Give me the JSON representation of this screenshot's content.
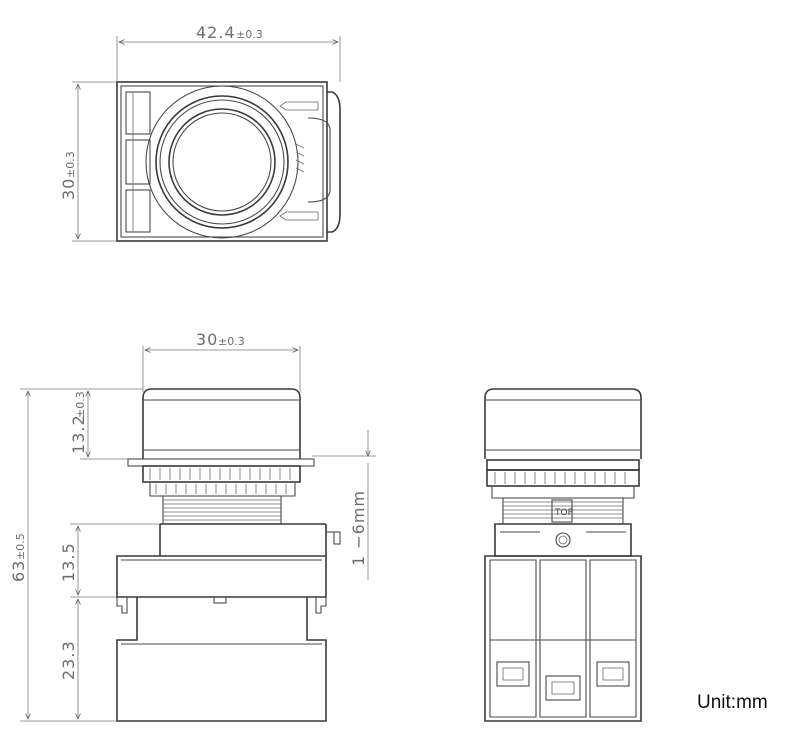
{
  "top_view": {
    "width_value": "42.4",
    "width_tol": "±0.3",
    "height_value": "30",
    "height_tol": "±0.3"
  },
  "front_view": {
    "width_value": "30",
    "width_tol": "±0.3",
    "cap_height_value": "13.2",
    "cap_height_tol": "±0.3",
    "total_height_value": "63",
    "total_height_tol": "±0.5",
    "mid_height": "13.5",
    "base_height": "23.3",
    "panel_range": "1 −6mm"
  },
  "side_view": {
    "top_mark": "TOP"
  },
  "unit_label": "Unit:mm"
}
